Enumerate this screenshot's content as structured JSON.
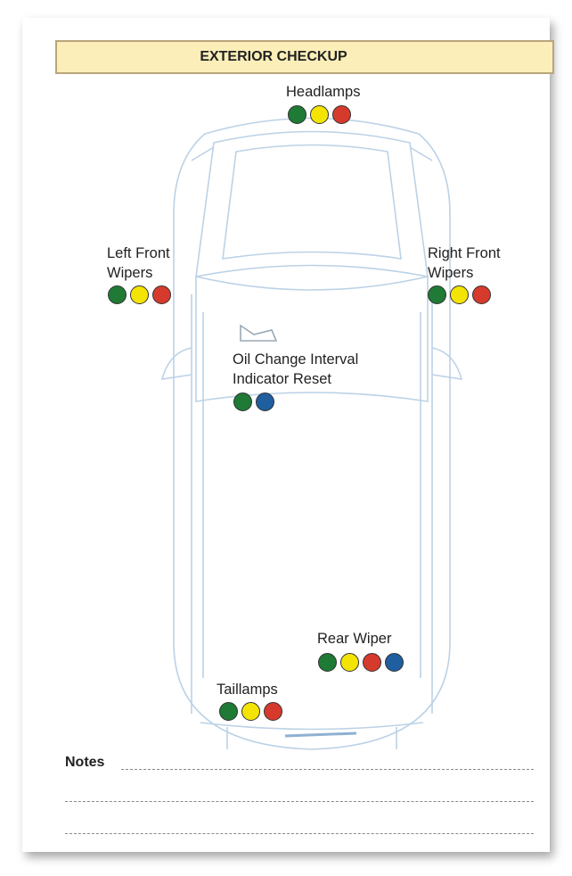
{
  "title": "EXTERIOR CHECKUP",
  "colors": {
    "green": "#1e7a35",
    "yellow": "#f4e404",
    "red": "#d63a2c",
    "blue": "#1f5e9f"
  },
  "items": [
    {
      "id": "headlamps",
      "label": [
        "Headlamps"
      ],
      "dots": [
        "green",
        "yellow",
        "red"
      ]
    },
    {
      "id": "left-front-wipers",
      "label": [
        "Left Front",
        "Wipers"
      ],
      "dots": [
        "green",
        "yellow",
        "red"
      ]
    },
    {
      "id": "right-front-wipers",
      "label": [
        "Right Front",
        "Wipers"
      ],
      "dots": [
        "green",
        "yellow",
        "red"
      ]
    },
    {
      "id": "oil-change",
      "label": [
        "Oil Change Interval",
        "Indicator Reset"
      ],
      "dots": [
        "green",
        "blue"
      ]
    },
    {
      "id": "rear-wiper",
      "label": [
        "Rear Wiper"
      ],
      "dots": [
        "green",
        "yellow",
        "red",
        "blue"
      ]
    },
    {
      "id": "taillamps",
      "label": [
        "Taillamps"
      ],
      "dots": [
        "green",
        "yellow",
        "red"
      ]
    }
  ],
  "notes": {
    "label": "Notes"
  }
}
